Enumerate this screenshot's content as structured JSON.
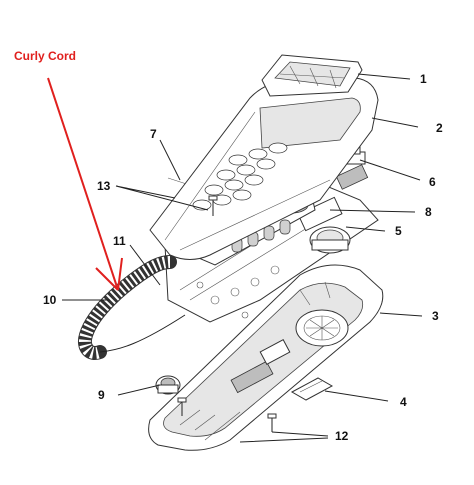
{
  "diagram": {
    "annotation": "Curly Cord",
    "callouts": [
      "1",
      "2",
      "3",
      "4",
      "5",
      "6",
      "7",
      "8",
      "9",
      "10",
      "11",
      "12",
      "13"
    ]
  },
  "colors": {
    "annotation": "#e0201e",
    "line": "#222222",
    "part_fill": "#ffffff",
    "shade": "#e6e6e6"
  }
}
